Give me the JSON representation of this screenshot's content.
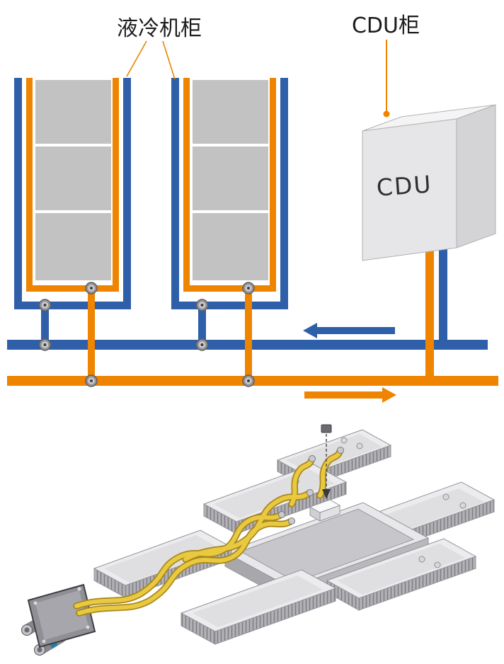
{
  "page": {
    "type": "liquid-cooling-system-diagram",
    "background": "#ffffff"
  },
  "labels": {
    "liquid_cabinet": "液冷机柜",
    "cdu_cabinet": "CDU柜",
    "cdu_unit": "CDU"
  },
  "colors": {
    "pipe_blue": "#2F5FA8",
    "pipe_orange": "#EE8400",
    "cabinet_gray": "#C2C2C2",
    "cdu_front": "#E6E6E8",
    "cdu_top": "#F4F4F5",
    "cdu_side": "#D4D4D7",
    "tube_yellow": "#E8C93F",
    "valve_gray": "#939398",
    "port_red": "#C0392B",
    "port_blue": "#2E7BA0"
  },
  "flow": {
    "blue_arrow_direction": "left",
    "orange_arrow_direction": "right"
  }
}
